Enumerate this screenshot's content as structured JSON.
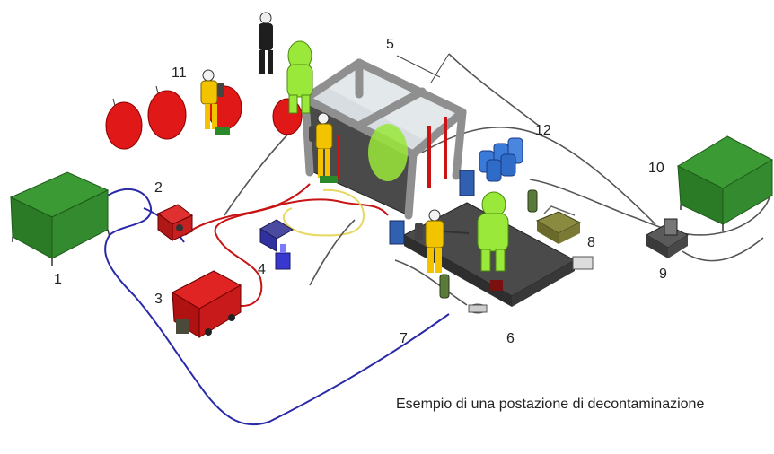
{
  "caption": "Esempio di una postazione di decontaminazione",
  "labels": {
    "n1": "1",
    "n2": "2",
    "n3": "3",
    "n4": "4",
    "n5": "5",
    "n6": "6",
    "n7": "7",
    "n8": "8",
    "n9": "9",
    "n10": "10",
    "n11": "11",
    "n12": "12"
  },
  "colors": {
    "tent_green": "#2f8a2a",
    "generator_red": "#d01818",
    "hose_blue": "#2a2aa8",
    "hose_red": "#c81414",
    "hose_yellow": "#e8d860",
    "suit_yellow": "#f2c400",
    "suit_lime": "#8ee02a",
    "tank_blue": "#3a7ad8",
    "frame_grey": "#9a9a9a",
    "floor_dark": "#3e3e3e"
  }
}
